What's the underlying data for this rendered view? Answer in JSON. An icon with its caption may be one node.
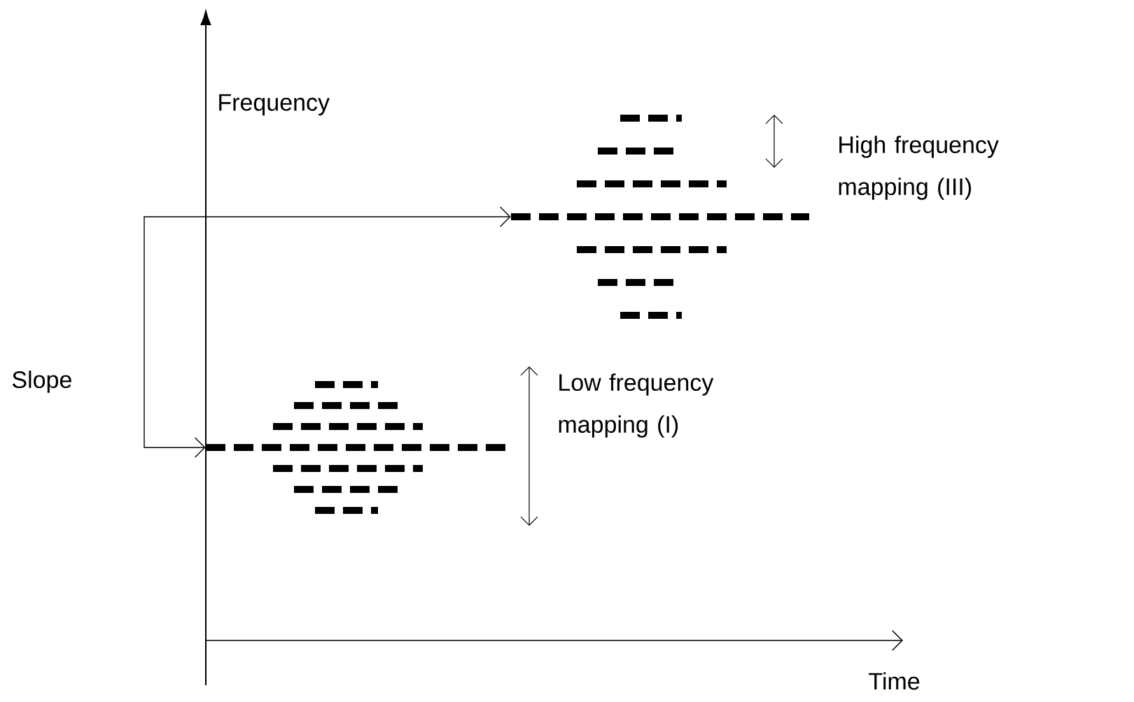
{
  "diagram": {
    "nodes": [
      {
        "text": [],
        "shape": "picture",
        "beside": [
          "High frequency mapping (III)"
        ]
      },
      {
        "text": [],
        "shape": "picture",
        "beside": [
          "Low frequency mapping (I)"
        ]
      }
    ],
    "edges": [
      {
        "from": null,
        "to": 0,
        "arrow": "to"
      },
      {
        "from": null,
        "to": 1,
        "arrow": "to"
      }
    ],
    "labels": [
      "Frequency",
      "Slope",
      "Time"
    ]
  }
}
